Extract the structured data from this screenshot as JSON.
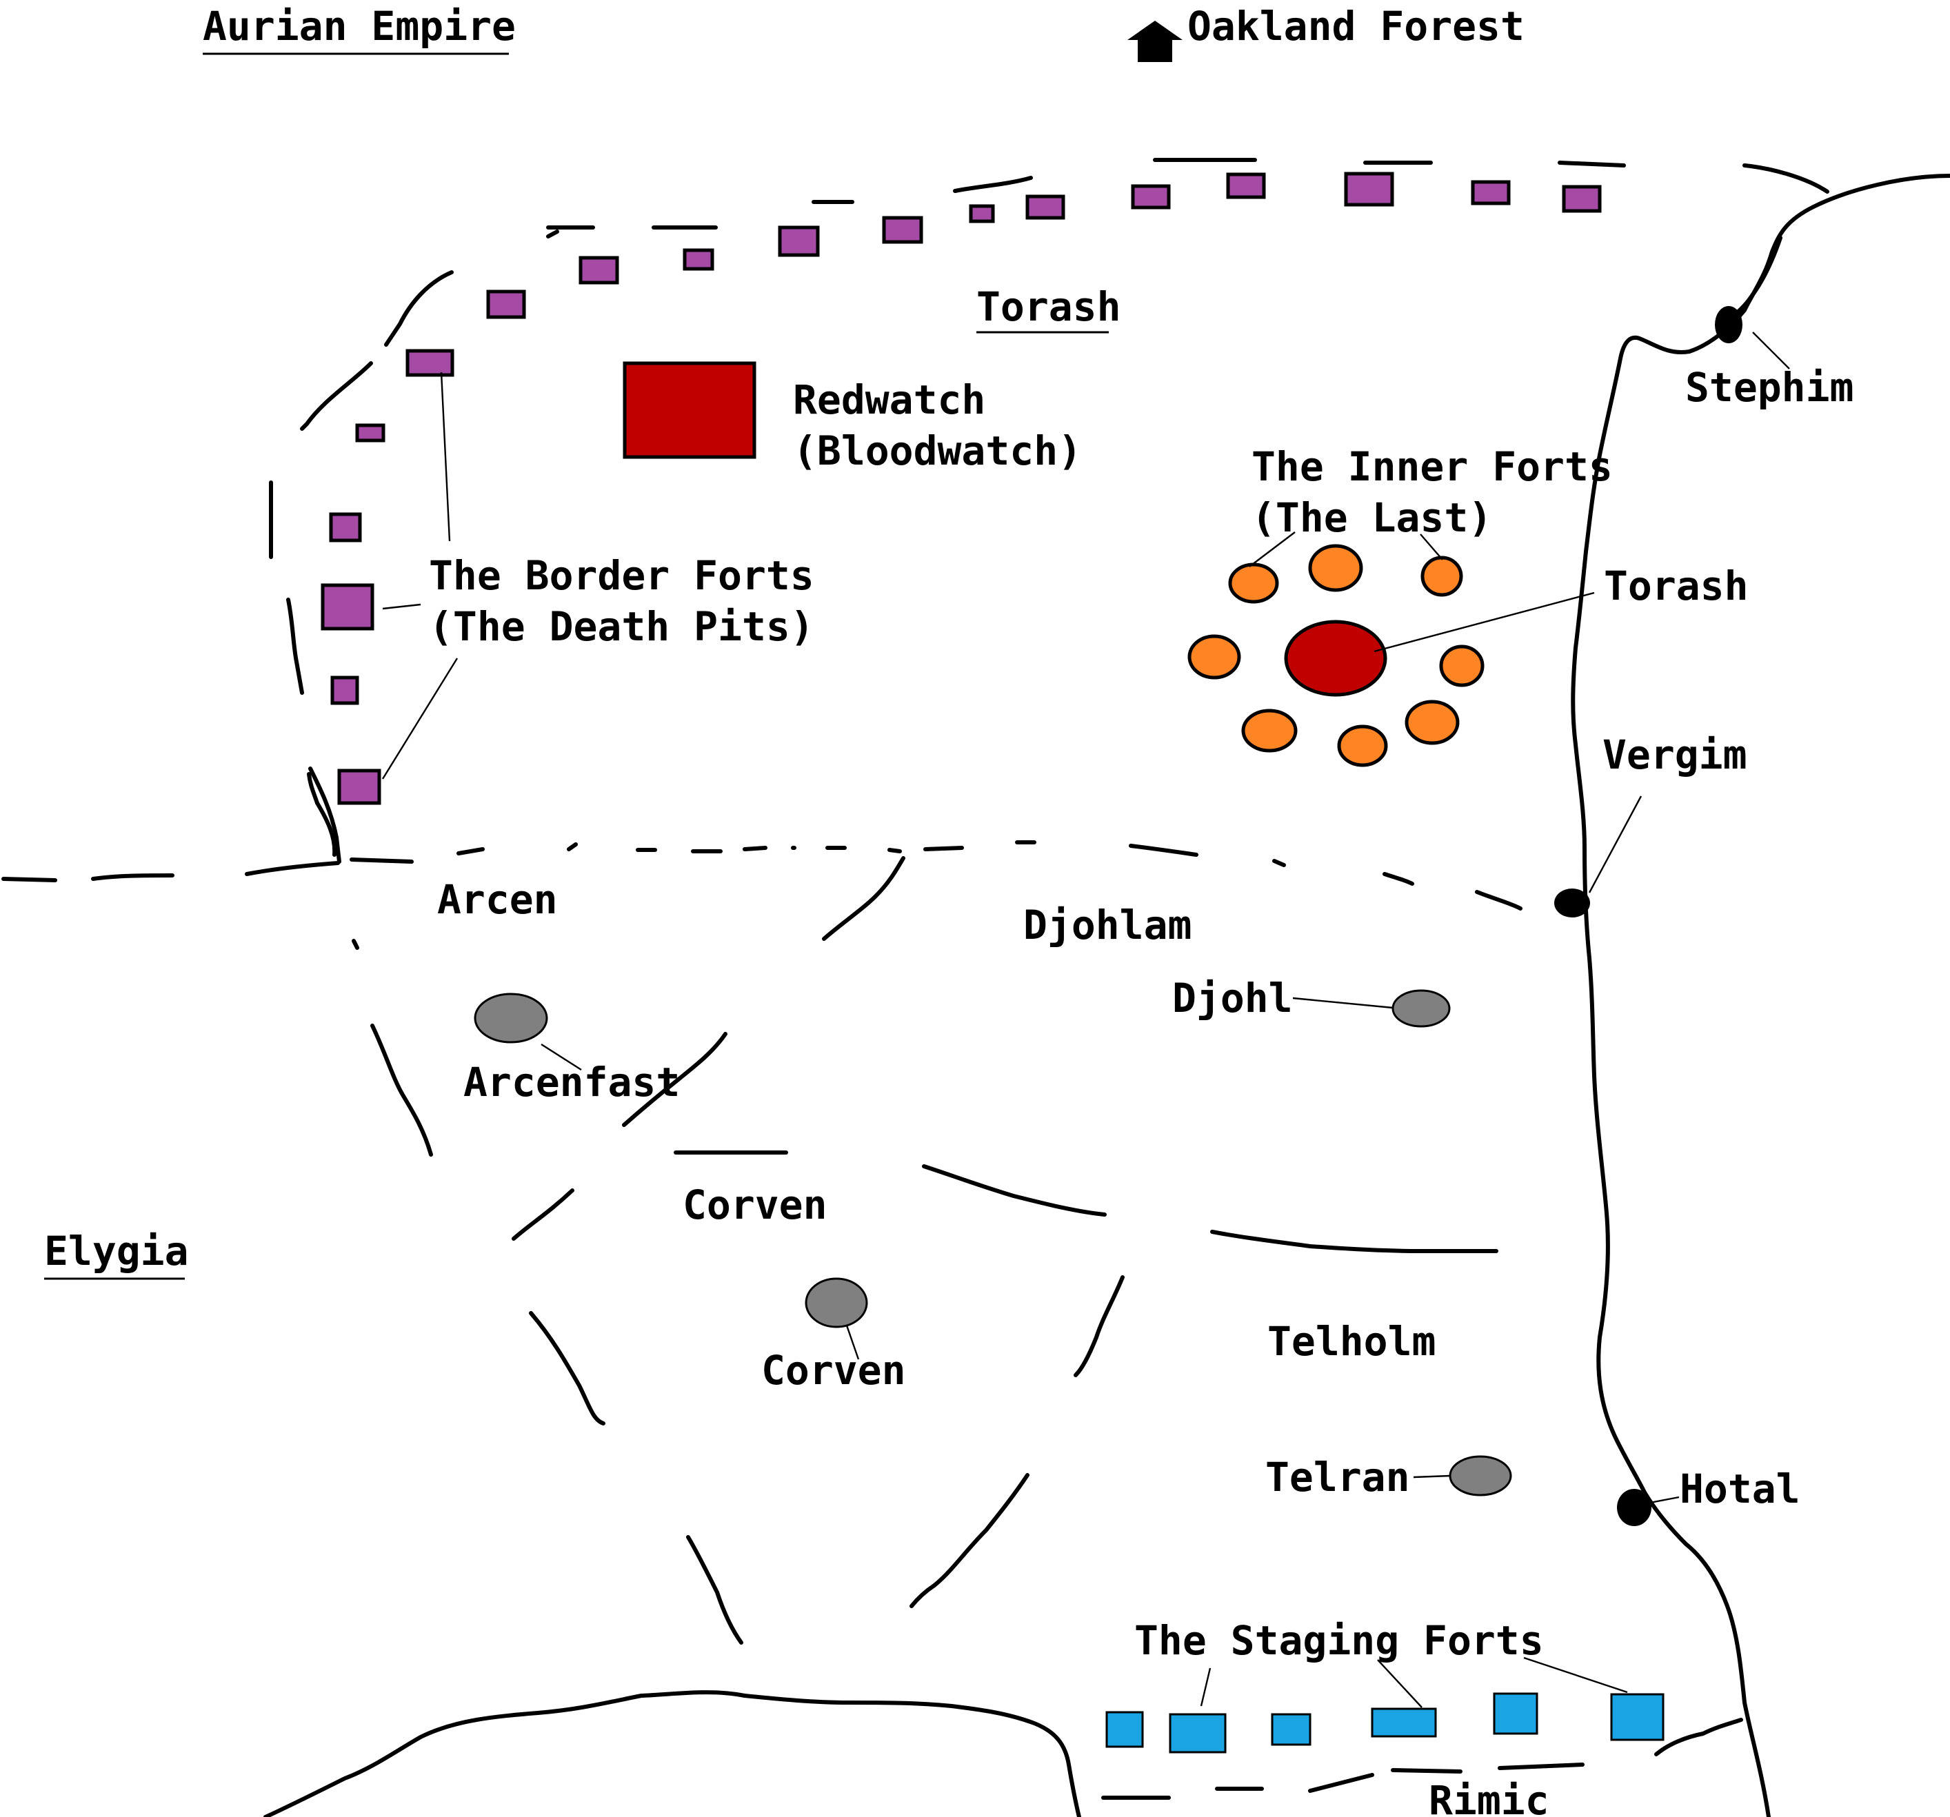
{
  "regions": {
    "aurian_empire": "Aurian Empire",
    "oakland_forest": "Oakland Forest",
    "elygia": "Elygia",
    "rimic": "Rimic",
    "torash_region": "Torash",
    "arcen_region": "Arcen",
    "djohlam_region": "Djohlam",
    "corven_region": "Corven",
    "telholm_region": "Telholm"
  },
  "places": {
    "redwatch_line1": "Redwatch",
    "redwatch_line2": "(Bloodwatch)",
    "inner_forts_line1": "The Inner Forts",
    "inner_forts_line2": "(The Last)",
    "torash_city": "Torash",
    "border_forts_line1": "The Border Forts",
    "border_forts_line2": "(The Death Pits)",
    "stephim": "Stephim",
    "vergim": "Vergim",
    "hotal": "Hotal",
    "arcenfast": "Arcenfast",
    "djohl": "Djohl",
    "corven_town": "Corven",
    "telran": "Telran",
    "staging_forts": "The Staging Forts"
  },
  "colors": {
    "border_fort": "#a54aa5",
    "redwatch": "#c00000",
    "inner_fort": "#ff8424",
    "torash_city": "#c00000",
    "town": "#808080",
    "staging_fort": "#1ba4e3",
    "river_town": "#000000"
  },
  "icons": {
    "north_arrow": "arrow-up-icon"
  }
}
